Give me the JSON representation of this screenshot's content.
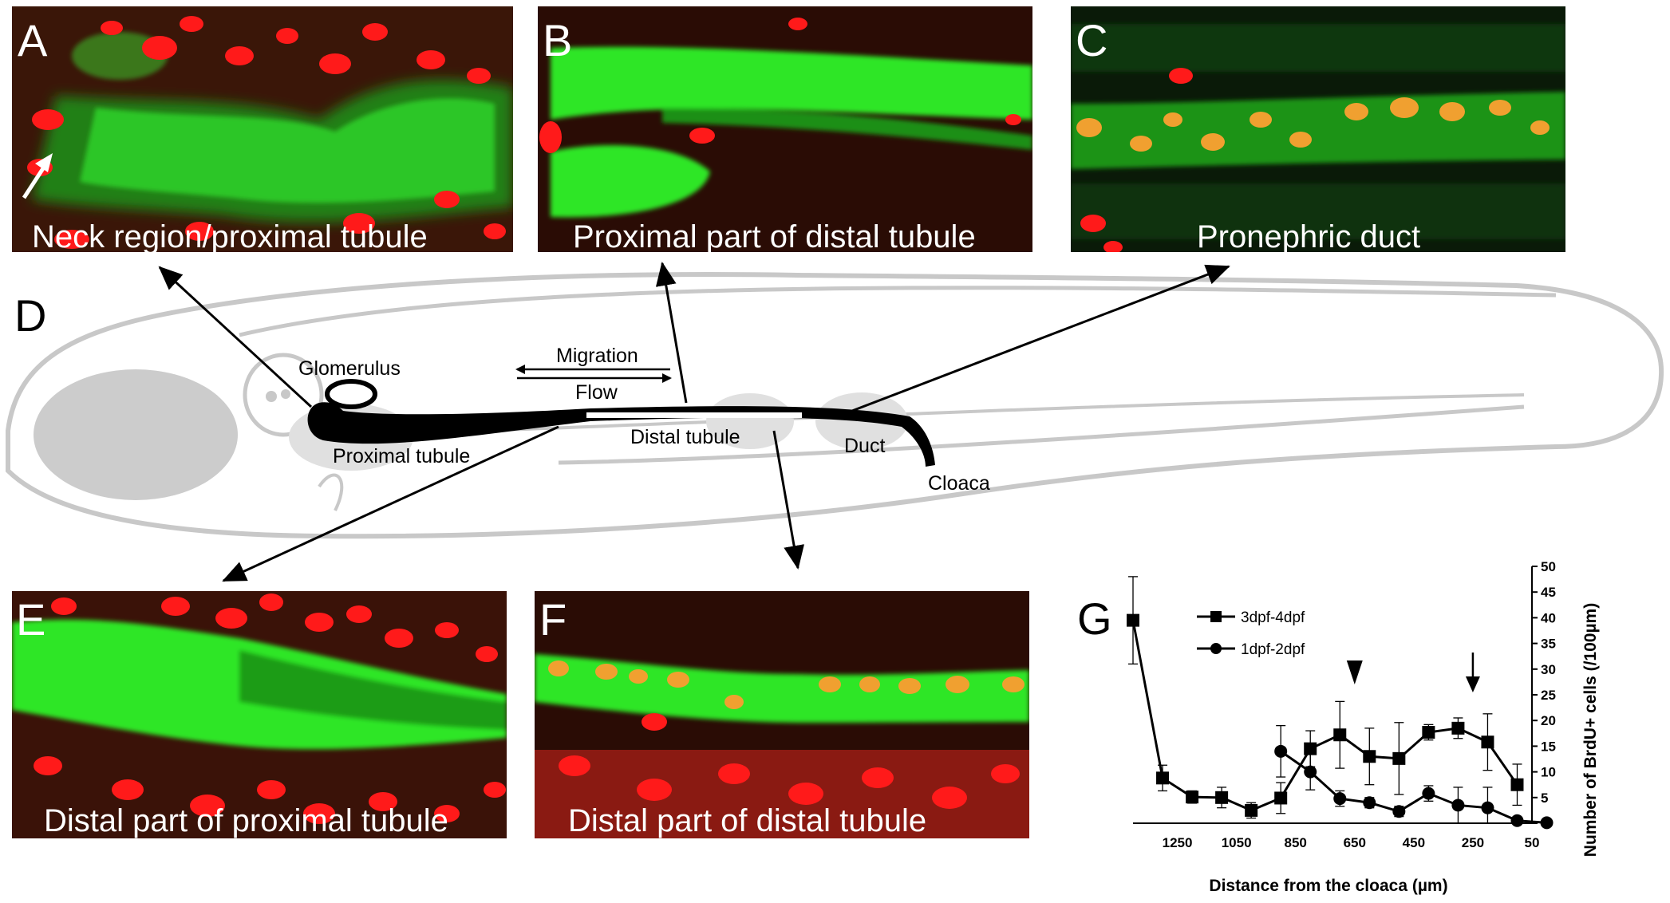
{
  "panels": {
    "A": {
      "letter": "A",
      "caption": "Neck region/proximal tubule"
    },
    "B": {
      "letter": "B",
      "caption": "Proximal part of distal tubule"
    },
    "C": {
      "letter": "C",
      "caption": "Pronephric duct"
    },
    "D": {
      "letter": "D"
    },
    "E": {
      "letter": "E",
      "caption": "Distal part of proximal tubule"
    },
    "F": {
      "letter": "F",
      "caption": "Distal part of distal tubule"
    },
    "G": {
      "letter": "G"
    }
  },
  "diagram": {
    "glomerulus": "Glomerulus",
    "proximal_tubule": "Proximal tubule",
    "distal_tubule": "Distal tubule",
    "duct": "Duct",
    "cloaca": "Cloaca",
    "migration": "Migration",
    "flow": "Flow"
  },
  "colors": {
    "nuclei_red": "#ff1a1a",
    "tubule_green": "#22e622",
    "overlap_orange": "#f0a030",
    "outline_gray": "#c8c8c8",
    "eye_gray": "#cccccc"
  },
  "chart_data": {
    "type": "line",
    "xlabel": "Distance from the cloaca (µm)",
    "ylabel": "Number of BrdU+ cells (/100µm)",
    "xlim": [
      1400,
      50
    ],
    "ylim": [
      0,
      50
    ],
    "x_ticks": [
      1250,
      1050,
      850,
      650,
      450,
      250,
      50
    ],
    "y_ticks": [
      0,
      5,
      10,
      15,
      20,
      25,
      30,
      35,
      40,
      45,
      50
    ],
    "legend_position": "top-left",
    "series": [
      {
        "name": "3dpf-4dpf",
        "marker": "square",
        "x": [
          1400,
          1300,
          1200,
          1100,
          1000,
          900,
          800,
          700,
          600,
          500,
          400,
          300,
          200,
          100
        ],
        "y": [
          39.5,
          8.8,
          5.1,
          5.0,
          2.5,
          4.9,
          14.5,
          17.2,
          13.0,
          12.6,
          17.7,
          18.5,
          15.8,
          7.5
        ],
        "err": [
          8.5,
          2.5,
          1.2,
          2.0,
          1.5,
          3.0,
          3.5,
          6.5,
          5.5,
          7.0,
          1.5,
          2.0,
          5.5,
          4.0
        ]
      },
      {
        "name": "1dpf-2dpf",
        "marker": "circle",
        "x": [
          900,
          800,
          700,
          600,
          500,
          400,
          300,
          200,
          100,
          0
        ],
        "y": [
          14.0,
          10.0,
          4.8,
          4.0,
          2.3,
          5.8,
          3.5,
          3.0,
          0.5,
          0.1
        ],
        "err": [
          5.0,
          3.5,
          1.5,
          1.0,
          1.0,
          1.5,
          3.5,
          4.0,
          0.5,
          0.0
        ]
      }
    ],
    "annotations": [
      {
        "type": "arrowhead",
        "x": 650
      },
      {
        "type": "arrow",
        "x": 250
      }
    ]
  }
}
